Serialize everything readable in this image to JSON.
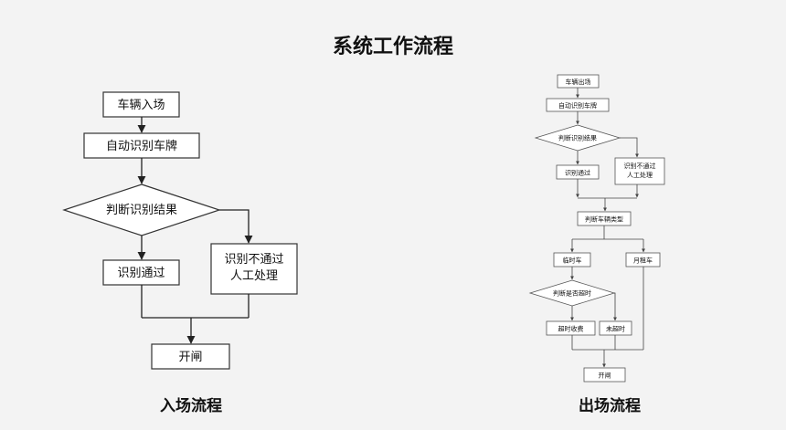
{
  "title": "系统工作流程",
  "entry": {
    "caption": "入场流程",
    "nodes": {
      "start": "车辆入场",
      "recognize": "自动识别车牌",
      "decision": "判断识别结果",
      "pass": "识别通过",
      "manual_line1": "识别不通过",
      "manual_line2": "人工处理",
      "gate": "开闸"
    }
  },
  "exit": {
    "caption": "出场流程",
    "nodes": {
      "start": "车辆出场",
      "recognize": "自动识别车牌",
      "decision": "判断识别结果",
      "pass": "识别通过",
      "manual_line1": "识别不通过",
      "manual_line2": "人工处理",
      "vehicle_type": "判断车辆类型",
      "temp": "临时车",
      "monthly": "月租车",
      "overtime_decision": "判断是否超时",
      "overtime_fee": "超时收费",
      "not_overtime": "未超时",
      "gate": "开闸"
    }
  }
}
